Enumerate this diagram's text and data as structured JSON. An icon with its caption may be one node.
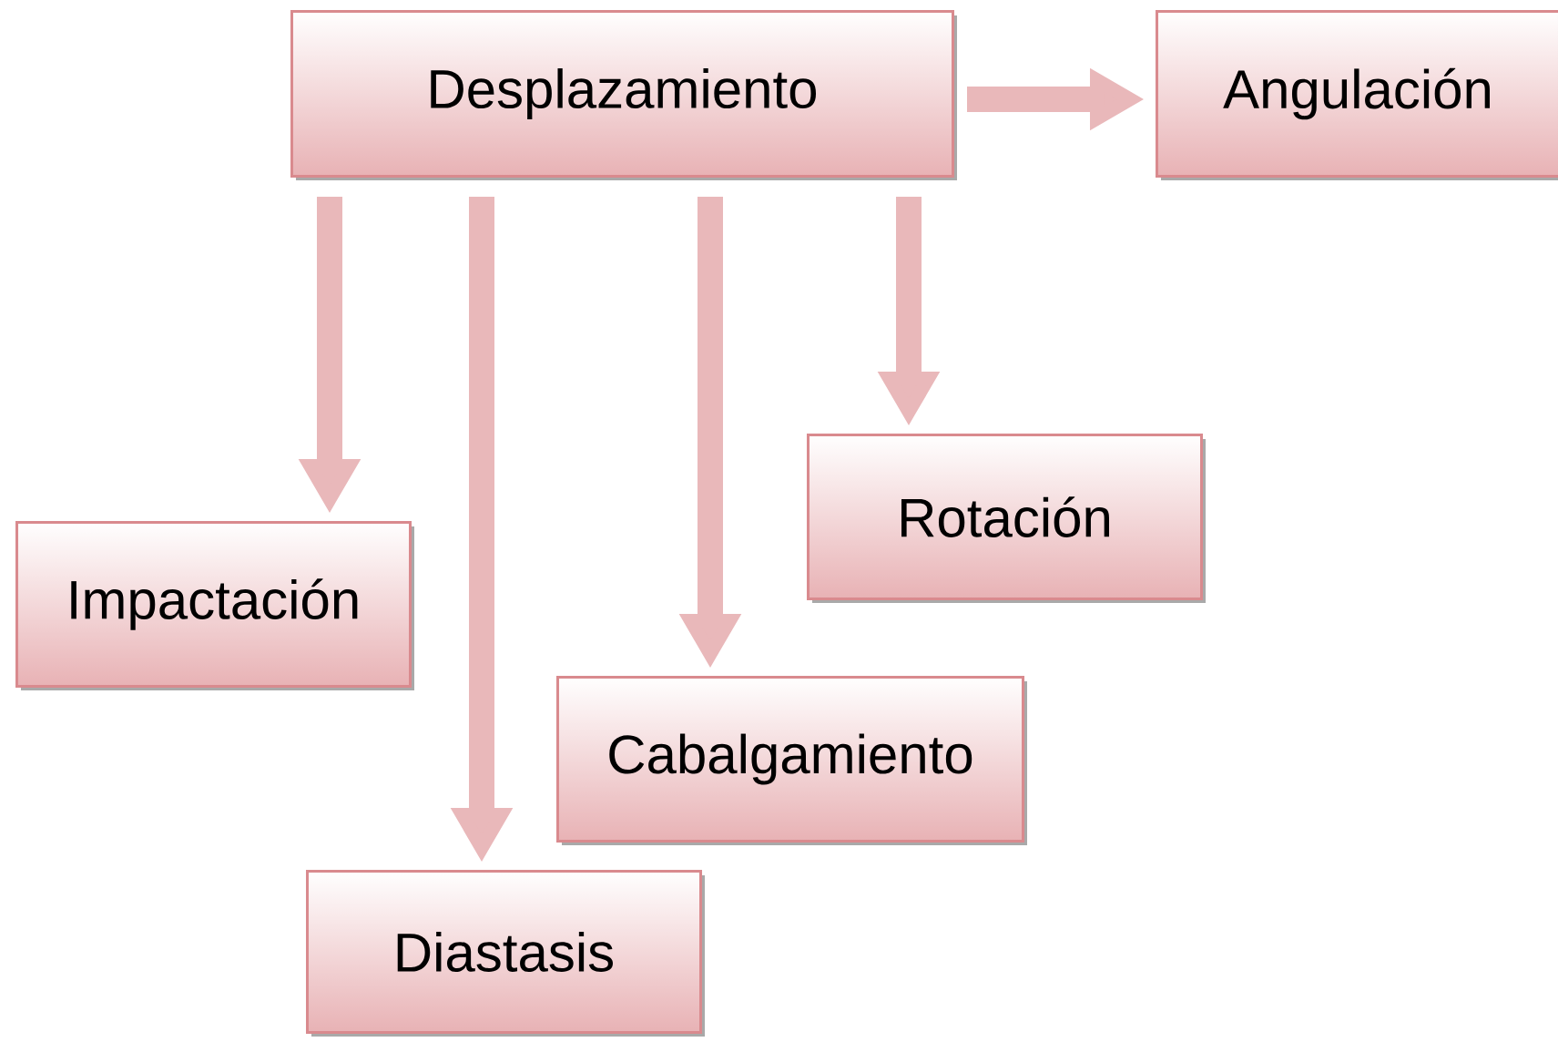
{
  "diagram": {
    "nodes": [
      {
        "text": [
          "Desplazamiento"
        ]
      },
      {
        "text": [
          "Angulación"
        ]
      },
      {
        "text": [
          "Rotación"
        ]
      },
      {
        "text": [
          "Impactación"
        ]
      },
      {
        "text": [
          "Cabalgamiento"
        ]
      },
      {
        "text": [
          "Diastasis"
        ]
      }
    ],
    "edges": [
      {
        "from": 0,
        "to": 1,
        "arrow": "to"
      },
      {
        "from": 0,
        "to": 3,
        "arrow": "to"
      },
      {
        "from": 0,
        "to": 5,
        "arrow": "to"
      },
      {
        "from": 0,
        "to": 4,
        "arrow": "to"
      },
      {
        "from": 0,
        "to": 2,
        "arrow": "to"
      }
    ]
  }
}
